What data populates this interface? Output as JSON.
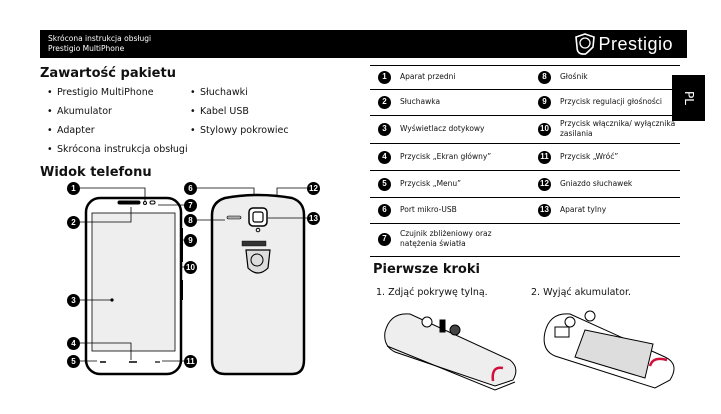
{
  "header": {
    "line1": "Skrócona instrukcja obsługi",
    "line2": "Prestigio MultiPhone",
    "logo": "Prestigio"
  },
  "lang_tab": "PL",
  "contents": {
    "title": "Zawartość pakietu",
    "col1": [
      "Prestigio MultiPhone",
      "Akumulator",
      "Adapter",
      "Skrócona instrukcja obsługi"
    ],
    "col2": [
      "Słuchawki",
      "Kabel USB",
      "Stylowy pokrowiec"
    ]
  },
  "phone_view": {
    "title": "Widok telefonu",
    "brand_on_back": "Prestigio"
  },
  "callouts": [
    "1",
    "2",
    "3",
    "4",
    "5",
    "6",
    "7",
    "8",
    "9",
    "10",
    "11",
    "12",
    "13"
  ],
  "parts": [
    {
      "n": "1",
      "label": "Aparat przedni"
    },
    {
      "n": "2",
      "label": "Słuchawka"
    },
    {
      "n": "3",
      "label": "Wyświetlacz dotykowy"
    },
    {
      "n": "4",
      "label": "Przycisk „Ekran główny”"
    },
    {
      "n": "5",
      "label": "Przycisk „Menu”"
    },
    {
      "n": "6",
      "label": "Port mikro-USB"
    },
    {
      "n": "7",
      "label": "Czujnik zbliżeniowy oraz natężenia światła"
    },
    {
      "n": "8",
      "label": "Głośnik"
    },
    {
      "n": "9",
      "label": "Przycisk regulacji głośności"
    },
    {
      "n": "10",
      "label": "Przycisk włącznika/ wyłącznika zasilania"
    },
    {
      "n": "11",
      "label": "Przycisk „Wróć”"
    },
    {
      "n": "12",
      "label": "Gniazdo słuchawek"
    },
    {
      "n": "13",
      "label": "Aparat tylny"
    }
  ],
  "first_steps": {
    "title": "Pierwsze kroki",
    "steps": [
      "1. Zdjąć pokrywę tylną.",
      "2. Wyjąć akumulator."
    ]
  },
  "colors": {
    "arrow": "#d0103a"
  }
}
